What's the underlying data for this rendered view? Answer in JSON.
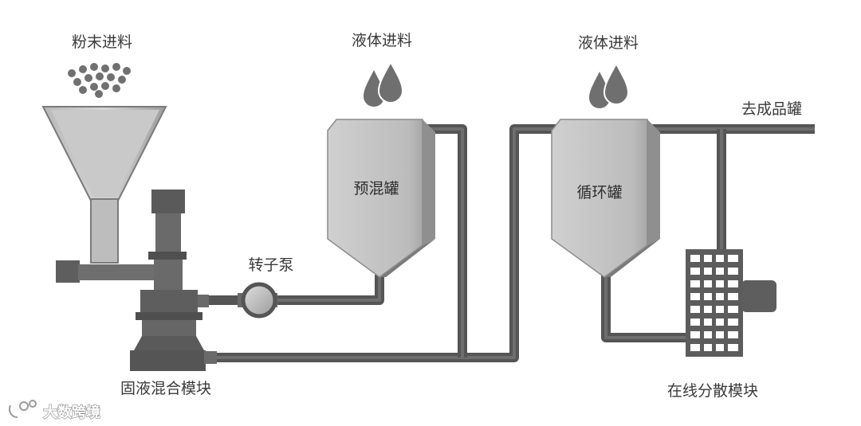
{
  "labels": {
    "powder_feed": "粉末进料",
    "liquid_feed_1": "液体进料",
    "liquid_feed_2": "液体进料",
    "premix_tank": "预混罐",
    "circulation_tank": "循环罐",
    "rotor_pump": "转子泵",
    "solid_liquid_module": "固液混合模块",
    "inline_dispersion_module": "在线分散模块",
    "to_product_tank": "去成品罐"
  },
  "watermark": {
    "text": "大数跨境"
  },
  "colors": {
    "pipe": "#555555",
    "tank_body": "#c4c4c4",
    "tank_side": "#8f8f8f",
    "machine": "#5e5e5e",
    "droplet": "#6f6f6f",
    "powder_dot": "#707070",
    "text": "#3a3a3a"
  }
}
